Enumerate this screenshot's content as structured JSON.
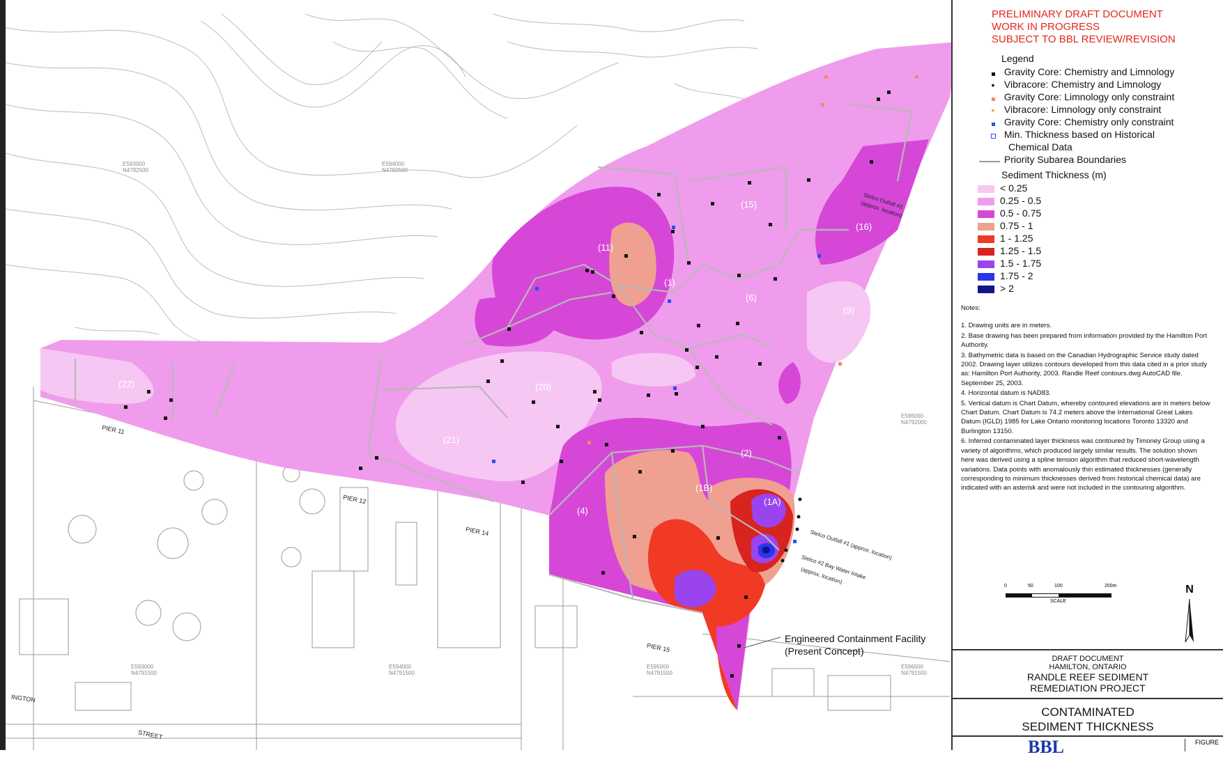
{
  "draft_notice": [
    "PRELIMINARY DRAFT DOCUMENT",
    "WORK IN PROGRESS",
    "SUBJECT TO BBL REVIEW/REVISION"
  ],
  "legend": {
    "title": "Legend",
    "items": [
      {
        "label": "Gravity Core: Chemistry and Limnology",
        "symbol": "square",
        "color": "#111111"
      },
      {
        "label": "Vibracore: Chemistry and Limnology",
        "symbol": "dot",
        "color": "#111111"
      },
      {
        "label": "Gravity Core: Limnology only constraint",
        "symbol": "square",
        "color": "#f08a6a"
      },
      {
        "label": "Vibracore: Limnology only constraint",
        "symbol": "dot",
        "color": "#f0a040"
      },
      {
        "label": "Gravity Core: Chemistry only constraint",
        "symbol": "square",
        "color": "#2a4cff"
      },
      {
        "label": "Min. Thickness based on Historical",
        "label2": "Chemical Data",
        "symbol": "hollow",
        "color": "#2a4cff"
      },
      {
        "label": "Priority Subarea Boundaries",
        "symbol": "line",
        "color": "#9a9a9a"
      }
    ],
    "thickness_title": "Sediment Thickness (m)",
    "thickness_classes": [
      {
        "label": "< 0.25",
        "color": "#f6c7f2"
      },
      {
        "label": "0.25 - 0.5",
        "color": "#f09cec"
      },
      {
        "label": "0.5 - 0.75",
        "color": "#d647d8"
      },
      {
        "label": "0.75 - 1",
        "color": "#f0a090"
      },
      {
        "label": "1 - 1.25",
        "color": "#f03a24"
      },
      {
        "label": "1.25 - 1.5",
        "color": "#d8231e"
      },
      {
        "label": "1.5 - 1.75",
        "color": "#9a44ee"
      },
      {
        "label": "1.75 - 2",
        "color": "#2b34ee"
      },
      {
        "label": "> 2",
        "color": "#13138c"
      }
    ]
  },
  "notes": {
    "title": "Notes:",
    "items": [
      "1.  Drawing units are in meters.",
      "2.  Base drawing has been prepared from information provided by the Hamilton Port Authority.",
      "3.  Bathymetric data is based on the Canadian Hydrographic Service study dated 2002.  Drawing layer utilizes contours developed from this data cited in a prior study as: Hamilton Port Authority, 2003.  Randle Reef contours.dwg AutoCAD file. September 25, 2003.",
      "4.  Horizontal datum is NAD83.",
      "5.  Vertical datum is Chart Datum, whereby contoured elevations are in meters below Chart Datum.  Chart Datum is 74.2 meters above the International Great Lakes Datum (IGLD) 1985 for Lake Ontario monitoring locations Toronto 13320 and Burlington 13150.",
      "6.  Inferred contaminated layer thickness was contoured by Timoney Group using a variety of algorithms, which produced largely similar results.  The solution shown here was derived using a spline tension algorithm that reduced short-wavelength variations. Data points with anomalously thin estimated thicknesses (generally corresponding to minimum thicknesses derived from historical chemical data) are indicated with an asterisk and were not included in the contouring algorithm."
    ]
  },
  "scale": {
    "ticks": [
      "0",
      "50",
      "100",
      "200m"
    ],
    "label": "SCALE"
  },
  "north": "N",
  "title_block": {
    "draft": "DRAFT DOCUMENT",
    "location": "HAMILTON, ONTARIO",
    "project1": "RANDLE REEF SEDIMENT",
    "project2": "REMEDIATION PROJECT",
    "title1": "CONTAMINATED",
    "title2": "SEDIMENT THICKNESS",
    "logo": "BBL",
    "figure": "FIGURE"
  },
  "map": {
    "piers": [
      "PIER 11",
      "PIER 12",
      "PIER 14",
      "PIER 15"
    ],
    "street": "STREET",
    "street_partial": "INGTON",
    "ecf_label1": "Engineered Containment Facility",
    "ecf_label2": "(Present Concept)",
    "outfall1": "Stelco Outfall #1 (approx. location)",
    "intake": "Stelco #2 Bay Water Intake",
    "intake2": "(approx. location)",
    "outfall2": "Stelco Outfall #2",
    "outfall2b": "(approx. location)",
    "subareas": [
      "(1A)",
      "(1B)",
      "(1)",
      "(2)",
      "(4)",
      "(6)",
      "(9)",
      "(11)",
      "(15)",
      "(16)",
      "(20)",
      "(21)",
      "(22)"
    ]
  }
}
